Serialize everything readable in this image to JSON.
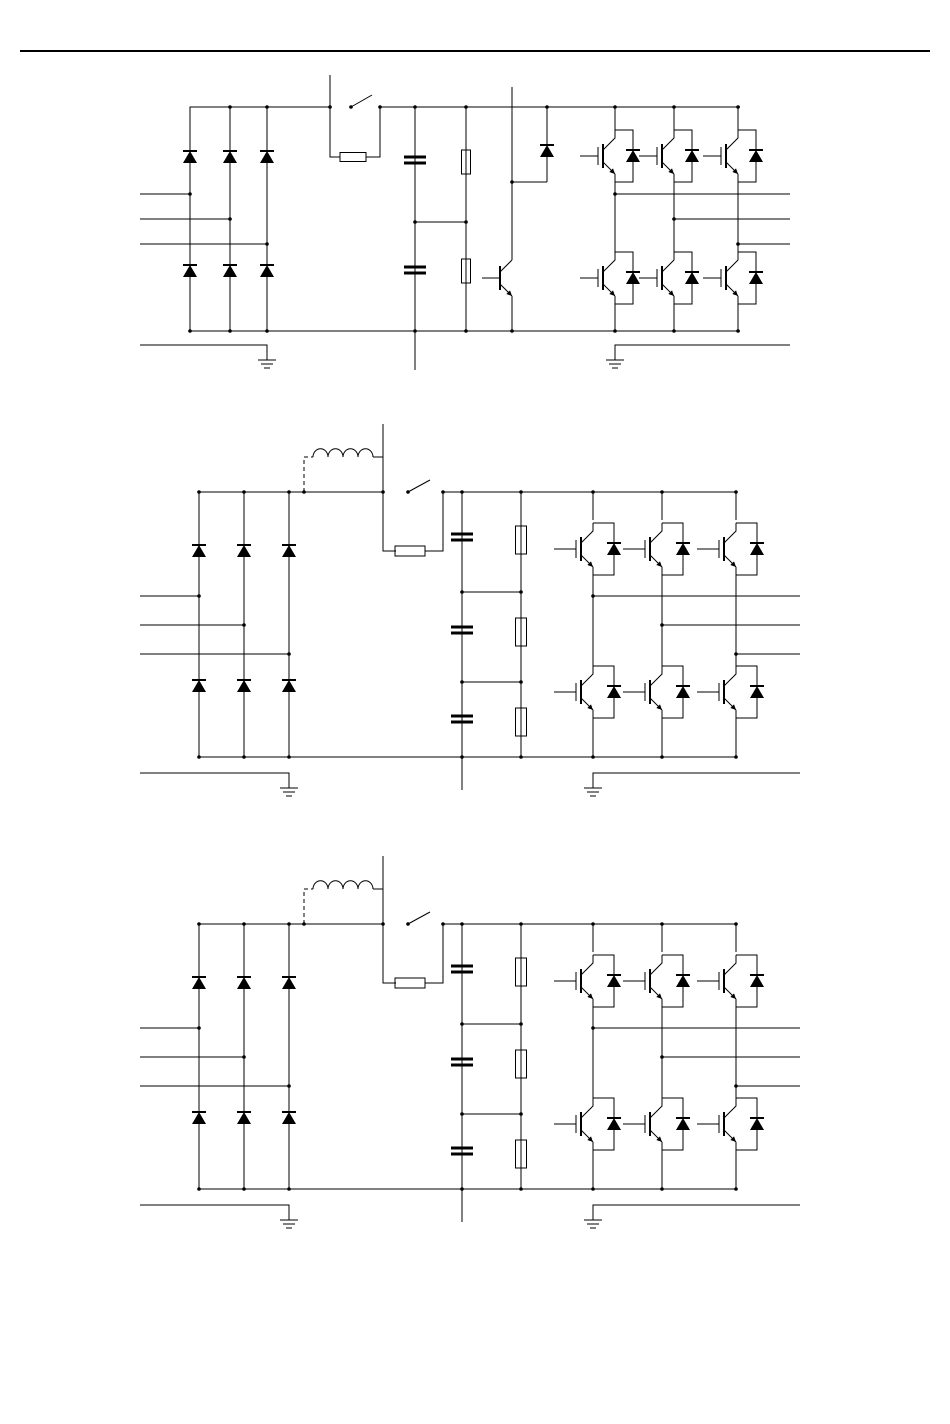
{
  "document": {
    "header_rule": true,
    "text": []
  },
  "figures": [
    {
      "id": "circuit-1",
      "features": [
        "three-phase-diode-bridge",
        "precharge-resistor-with-bypass-switch",
        "two-series-dc-capacitors",
        "balancing-resistors",
        "brake-chopper-igbt-with-diode",
        "three-phase-igbt-inverter",
        "ground-symbols"
      ]
    },
    {
      "id": "circuit-2",
      "features": [
        "optional-dc-choke",
        "three-phase-diode-bridge",
        "precharge-resistor-with-bypass-switch",
        "three-series-dc-capacitors",
        "balancing-resistors",
        "three-phase-igbt-inverter",
        "ground-symbols"
      ]
    },
    {
      "id": "circuit-3",
      "features": [
        "optional-dc-choke",
        "three-phase-diode-bridge",
        "precharge-resistor-with-bypass-switch",
        "three-series-dc-capacitors",
        "balancing-resistors",
        "three-phase-igbt-inverter",
        "ground-symbols"
      ]
    }
  ]
}
